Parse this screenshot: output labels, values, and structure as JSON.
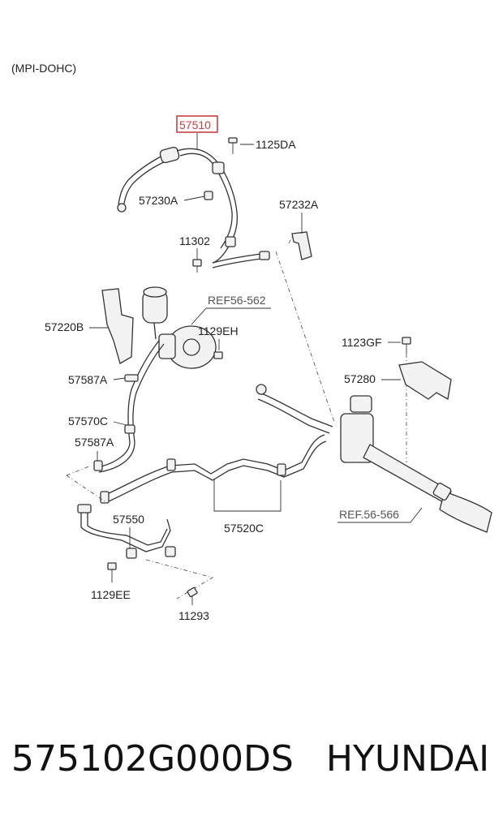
{
  "header": {
    "variant": "(MPI-DOHC)"
  },
  "callouts": {
    "c57510": "57510",
    "c1125DA": "1125DA",
    "c57230A": "57230A",
    "c57232A": "57232A",
    "c11302": "11302",
    "cREF56_562": "REF56-562",
    "c57220B": "57220B",
    "c1129EH": "1129EH",
    "c1123GF": "1123GF",
    "c57587A_1": "57587A",
    "c57280": "57280",
    "c57570C": "57570C",
    "c57587A_2": "57587A",
    "cREF56_566": "REF.56-566",
    "c57550": "57550",
    "c57520C": "57520C",
    "c1129EE": "1129EE",
    "c11293": "11293"
  },
  "footer": {
    "part_number": "575102G000DS",
    "brand": "HYUNDAI"
  },
  "colors": {
    "highlight": "#c84040",
    "line": "#333333",
    "reference": "#555555"
  }
}
